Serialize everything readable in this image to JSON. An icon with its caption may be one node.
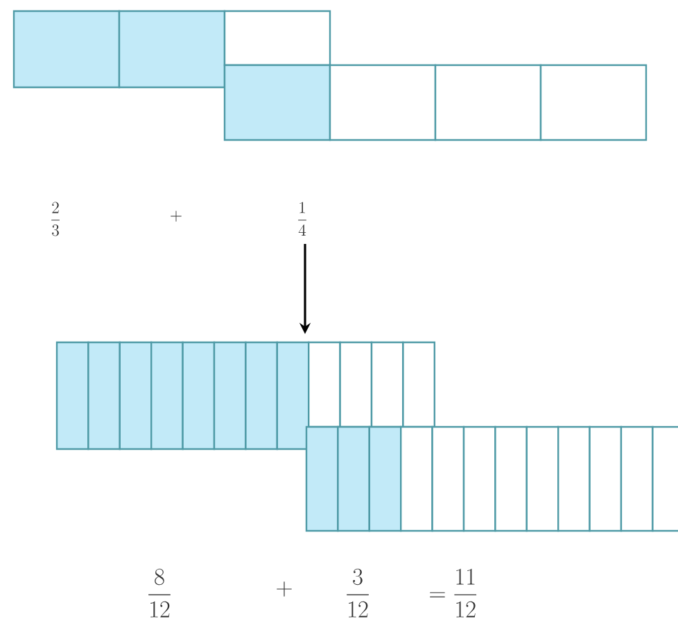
{
  "diagram": {
    "labels": [
      "\\frac{2}{3}",
      "+",
      "\\frac{1}{4}",
      "\\frac{8}{12}",
      "+",
      "\\frac{3}{12}",
      "=\\frac{11}{12}"
    ]
  }
}
